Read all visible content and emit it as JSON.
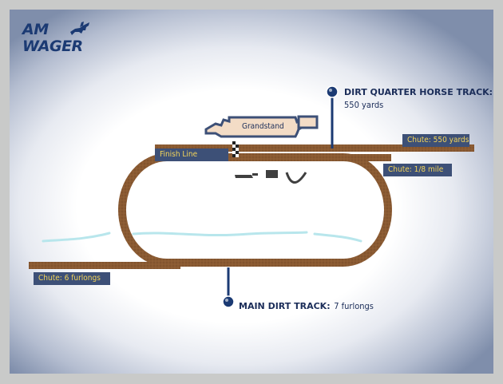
{
  "logo": {
    "line1": "AM",
    "line2": "WAGER"
  },
  "grandstand": {
    "label": "Grandstand"
  },
  "finish_line": {
    "label": "Finish Line"
  },
  "quarter_horse_track": {
    "title": "DIRT QUARTER HORSE TRACK:",
    "distance": "550 yards"
  },
  "main_track": {
    "title": "MAIN DIRT TRACK:",
    "distance": "7 furlongs"
  },
  "chutes": [
    {
      "id": "chute-550",
      "label": "Chute: 550 yards"
    },
    {
      "id": "chute-eighth",
      "label": "Chute: 1/8 mile"
    },
    {
      "id": "chute-six",
      "label": "Chute: 6 furlongs"
    }
  ],
  "colors": {
    "dirt": "#8a5a32",
    "navy": "#1b3a73",
    "label_box": "#3d5077",
    "label_text": "#f4d55a",
    "water": "#b8e6ec",
    "grandstand_fill": "#f3dcc6"
  }
}
